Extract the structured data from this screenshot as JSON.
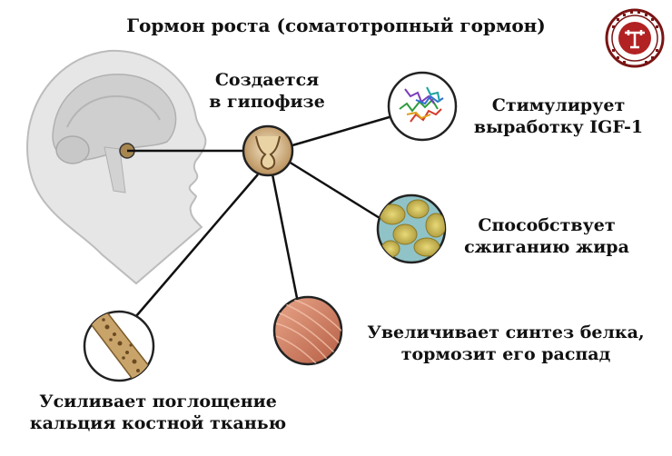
{
  "title": "Гормон роста (соматотропный гормон)",
  "center_label": [
    "Создается",
    "в гипофизе"
  ],
  "effects": {
    "igf": [
      "Стимулирует",
      "выработку IGF-1"
    ],
    "fat": [
      "Способствует",
      "сжиганию жира"
    ],
    "protein": [
      "Увеличивает синтез белка,",
      "тормозит его распад"
    ],
    "bone": [
      "Усиливает поглощение",
      "кальция костной тканью"
    ]
  },
  "colors": {
    "line": "#111111",
    "head": "#dcdcdc",
    "brain": "#c9c9c9",
    "fat": "#d8c860",
    "fat_bg": "#8fc3c8",
    "muscle": "#d0866a",
    "bone": "#c9a46a",
    "stamp": "#b22222"
  }
}
